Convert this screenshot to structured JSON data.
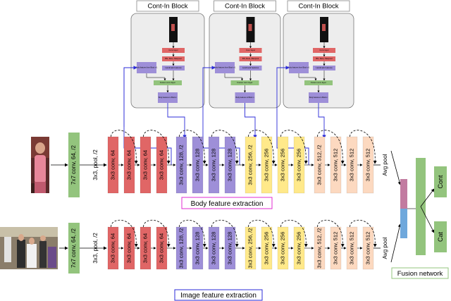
{
  "cont_in_block": {
    "title": "Cont-In Block",
    "labels": {
      "conv_layer": "Conv layer",
      "bn_relu_maxpool": "BN, Relu, Maxpool",
      "landmark_features": "Landmark features",
      "body_features_from": "Body features from Block n-1",
      "fusion_layer": "Fusion conv layer",
      "body_features_to": "Body features to Block n"
    }
  },
  "body_stream": {
    "title": "Body feature extraction",
    "stem_label": "7x7 conv, 64, /2",
    "pool_label": "3x3, pool, /2",
    "final_pool": "Avg pool",
    "layers": [
      "3x3 conv, 64",
      "3x3 conv, 64",
      "3x3 conv, 64",
      "3x3 conv, 64",
      "3x3 conv, 128, /2",
      "3x3 conv, 128",
      "3x3 conv, 128",
      "3x3 conv, 128",
      "3x3 conv, 256, /2",
      "3x3 conv, 256",
      "3x3 conv, 256",
      "3x3 conv, 256",
      "3x3 conv, 512, /2",
      "3x3 conv, 512",
      "3x3 conv, 512",
      "3x3 conv, 512"
    ]
  },
  "image_stream": {
    "title": "Image feature extraction",
    "stem_label": "7x7 conv, 64, /2",
    "pool_label": "3x3, pool, /2",
    "final_pool": "Avg pool",
    "layers": [
      "3x3 conv, 64",
      "3x3 conv, 64",
      "3x3 conv, 64",
      "3x3 conv, 64",
      "3x3 conv, 128, /2",
      "3x3 conv, 128",
      "3x3 conv, 128",
      "3x3 conv, 128",
      "3x3 conv, 256, /2",
      "3x3 conv, 256",
      "3x3 conv, 256",
      "3x3 conv, 256",
      "3x3 conv, 512, /2",
      "3x3 conv, 512",
      "3x3 conv, 512",
      "3x3 conv, 512"
    ]
  },
  "fusion": {
    "title": "Fusion network",
    "outputs": [
      "Cont",
      "Cat"
    ]
  },
  "colors": {
    "stage1": "#e06666",
    "stage2": "#9e8fd8",
    "stage3": "#ffe98a",
    "stage4": "#fcd9c0",
    "stem": "#93c47d",
    "connector": "#2b2bd8",
    "block_bg": "#ededed",
    "fusion_green": "#93c47d",
    "fusion_pink": "#c27ba0",
    "fusion_blue": "#6fa8dc"
  }
}
